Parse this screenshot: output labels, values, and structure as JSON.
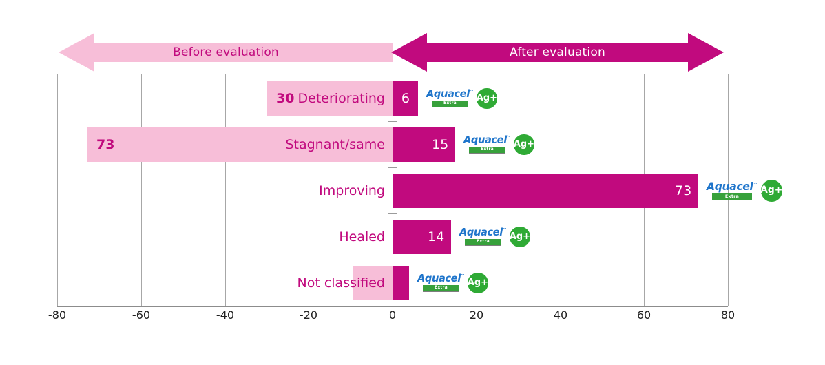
{
  "chart_data": {
    "type": "bar",
    "title": "",
    "subtitle": "",
    "xlabel": "",
    "ylabel": "",
    "orientation": "horizontal",
    "style": "diverging-bar",
    "grid": true,
    "legend": "none",
    "xlim": [
      -80,
      80
    ],
    "xticks": [
      -80,
      -60,
      -40,
      -20,
      0,
      20,
      40,
      60,
      80
    ],
    "xticklabels": [
      "-80",
      "-60",
      "-40",
      "-20",
      "0",
      "20",
      "40",
      "60",
      "80"
    ],
    "categories": [
      "Deteriorating",
      "Stagnant/same",
      "Improving",
      "Healed",
      "Not classified"
    ],
    "series": [
      {
        "name": "Before evaluation",
        "direction": "negative",
        "color": "#F7BED8",
        "values": [
          -30,
          -73,
          0,
          0,
          -9.5
        ],
        "labels": [
          "30",
          "73",
          "",
          "",
          ""
        ]
      },
      {
        "name": "After evaluation",
        "direction": "positive",
        "color": "#C10A7E",
        "values": [
          6,
          15,
          73,
          14,
          4
        ],
        "labels": [
          "6",
          "15",
          "73",
          "14",
          ""
        ]
      }
    ],
    "annotations": [
      {
        "text": "Before evaluation",
        "type": "axis-arrow",
        "side": "left"
      },
      {
        "text": "After evaluation",
        "type": "axis-arrow",
        "side": "right"
      }
    ]
  },
  "arrows": {
    "before": {
      "label": "Before evaluation",
      "color": "#F7BED8",
      "text_color": "#C10A7E"
    },
    "after": {
      "label": "After evaluation",
      "color": "#C10A7E",
      "text_color": "#FFFFFF"
    }
  },
  "rows": [
    {
      "category": "Deteriorating",
      "neg_value": -30,
      "neg_label": "30",
      "pos_value": 6,
      "pos_label": "6"
    },
    {
      "category": "Stagnant/same",
      "neg_value": -73,
      "neg_label": "73",
      "pos_value": 15,
      "pos_label": "15"
    },
    {
      "category": "Improving",
      "neg_value": 0,
      "neg_label": "",
      "pos_value": 73,
      "pos_label": "73"
    },
    {
      "category": "Healed",
      "neg_value": 0,
      "neg_label": "",
      "pos_value": 14,
      "pos_label": "14"
    },
    {
      "category": "Not classified",
      "neg_value": -9.5,
      "neg_label": "",
      "pos_value": 4,
      "pos_label": ""
    }
  ],
  "logo": {
    "word": "Aquacel",
    "trademark": "™",
    "extra": "Extra",
    "ag": "Ag+",
    "word_color": "#1F75CB",
    "extra_bg": "#37A13B",
    "ag_bg": "#2FAA35"
  },
  "colors": {
    "before": "#F7BED8",
    "after": "#C10A7E",
    "grid": "#A7A7A7",
    "axis_text": "#222222"
  }
}
